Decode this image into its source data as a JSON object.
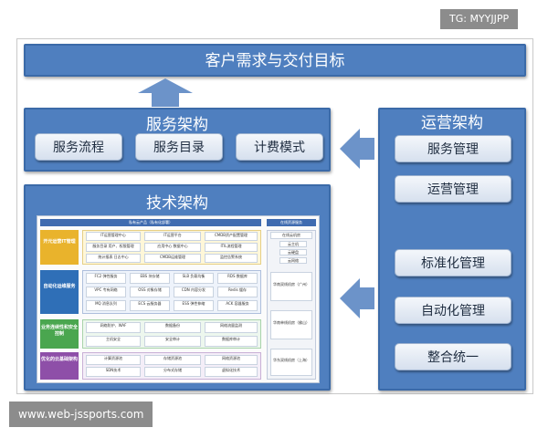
{
  "watermarks": {
    "top": "TG: MYYJJPP",
    "bottom": "www.web-jssports.com"
  },
  "banner": "客户需求与交付目标",
  "service_arch": {
    "title": "服务架构",
    "items": [
      "服务流程",
      "服务目录",
      "计费模式"
    ]
  },
  "ops_arch": {
    "title": "运营架构",
    "items": [
      "服务管理",
      "运营管理",
      "标准化管理",
      "自动化管理",
      "整合统一"
    ]
  },
  "tech_arch": {
    "title": "技术架构",
    "header_main": "私有云产品（私有化部署）",
    "header_side": "在线资源服务",
    "rows": [
      {
        "label": "开元运营IT管理",
        "color": "#e9b32c",
        "cells": [
          "IT运营管理中心",
          "服务目录 用户、权限管理",
          "IT运营平台",
          "应用中心 数据中心",
          "CMDB运维管理",
          "统计报表 日志中心",
          "CMDB资产配置管理",
          "ITIL流程管理",
          "监控告警系统"
        ]
      },
      {
        "label": "自动化运维服务",
        "color": "#2f6fb7",
        "cells": [
          "FC2 弹性服务",
          "EBS 块存储",
          "SLB 负载均衡",
          "RDS 数据库",
          "VPC 专有网络",
          "OSS 对象存储",
          "CDN 内容分发",
          "Redis 缓存",
          "MQ 消息队列",
          "ECS 云服务器",
          "ESS 弹性伸缩",
          "ACK 容器服务"
        ]
      },
      {
        "label": "业务连续性和安全控制",
        "color": "#4aa64f",
        "cells": [
          "网络防护、WAF",
          "数据备份",
          "网络流量监测",
          "主机安全",
          "安全审计",
          "数据库审计"
        ]
      },
      {
        "label": "优化的云基础架构",
        "color": "#8e4fa8",
        "cells": [
          "计算资源池",
          "存储资源池",
          "网络资源池",
          "SDN技术",
          "分布式存储",
          "虚拟化技术"
        ]
      }
    ],
    "side_cells": [
      "在线云机房",
      "云主机",
      "云硬盘",
      "云网络",
      "华南双线机房（广州）",
      "华南单线机房（佛山）",
      "华东双线机房（上海）"
    ]
  }
}
